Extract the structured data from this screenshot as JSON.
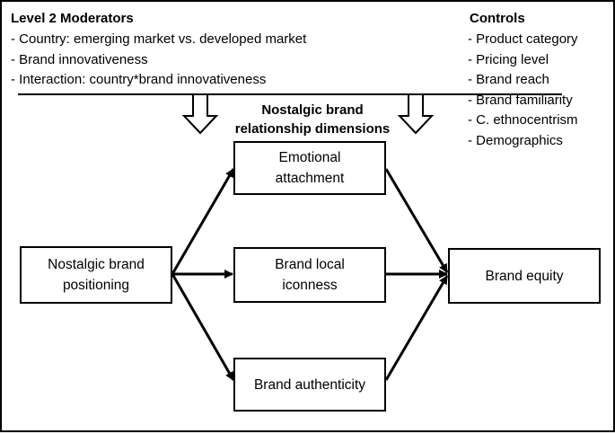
{
  "moderators": {
    "title": "Level 2 Moderators",
    "items": [
      "- Country: emerging market vs. developed market",
      "- Brand innovativeness",
      "- Interaction: country*brand innovativeness"
    ]
  },
  "controls": {
    "title": "Controls",
    "items": [
      "- Product category",
      "- Pricing level",
      "- Brand reach",
      "- Brand familiarity",
      "- C. ethnocentrism",
      "- Demographics"
    ]
  },
  "dimensions_heading": "Nostalgic brand\nrelationship dimensions",
  "nodes": {
    "positioning": "Nostalgic brand\npositioning",
    "emotional": "Emotional\nattachment",
    "iconness": "Brand local\niconness",
    "authenticity": "Brand authenticity",
    "equity": "Brand equity"
  }
}
